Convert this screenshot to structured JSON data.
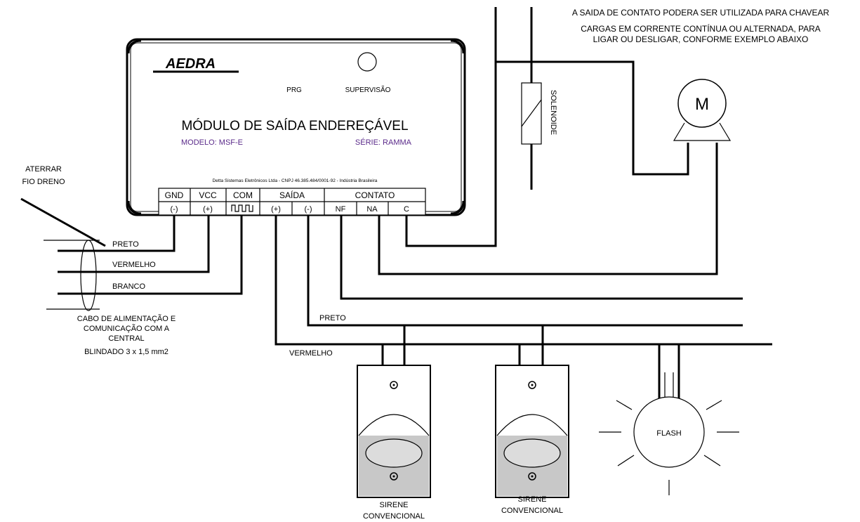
{
  "note": {
    "line1": "A SAIDA DE CONTATO PODERA SER UTILIZADA PARA CHAVEAR",
    "line2": "CARGAS EM CORRENTE CONTÍNUA OU ALTERNADA, PARA",
    "line3": "LIGAR OU DESLIGAR, CONFORME EXEMPLO ABAIXO"
  },
  "module": {
    "brand": "AEDRA",
    "label_prg": "PRG",
    "label_supervisao": "SUPERVISÃO",
    "title": "MÓDULO DE SAÍDA ENDEREÇÁVEL",
    "model": "MODELO: MSF-E",
    "series": "SÉRIE: RAMMA",
    "footer": "Detta Sistemas Eletrônicos Ltda - CNPJ 46.385.484/0001-92 - Indústria Brasileira"
  },
  "terminals": {
    "gnd": "GND",
    "vcc": "VCC",
    "com": "COM",
    "saida": "SAÍDA",
    "contato": "CONTATO",
    "minus": "(-)",
    "plus": "(+)",
    "nf": "NF",
    "na": "NA",
    "c": "C"
  },
  "left": {
    "aterrar1": "ATERRAR",
    "aterrar2": "FIO DRENO",
    "preto": "PRETO",
    "vermelho": "VERMELHO",
    "branco": "BRANCO",
    "cabo1": "CABO DE ALIMENTAÇÃO E",
    "cabo2": "COMUNICAÇÃO COM A",
    "cabo3": "CENTRAL",
    "cabo4": "BLINDADO 3 x 1,5 mm2"
  },
  "outputs": {
    "preto": "PRETO",
    "vermelho": "VERMELHO",
    "solenoide": "SOLENOIDE",
    "motor": "M",
    "flash": "FLASH",
    "sirene1_a": "SIRENE",
    "sirene1_b": "CONVENCIONAL",
    "sirene2_a": "SIRENE",
    "sirene2_b": "CONVENCIONAL"
  }
}
